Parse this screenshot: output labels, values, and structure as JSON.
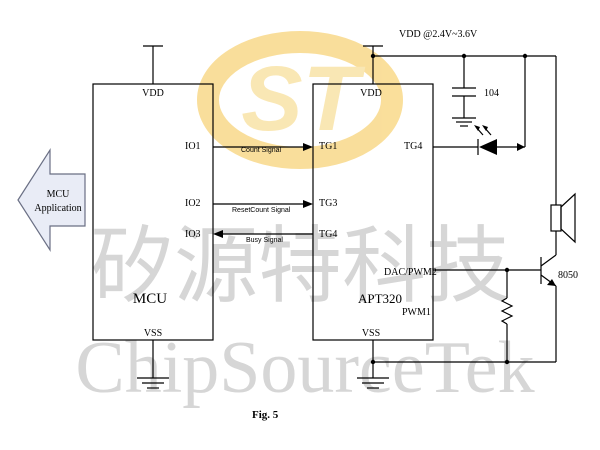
{
  "watermark": {
    "logo_text": "ST",
    "chinese": "矽源特科技",
    "english": "ChipSourceTek",
    "logo_color": "#f9d98a",
    "text_color": "#d6d6d6"
  },
  "supply_label": "VDD @2.4V~3.6V",
  "mcu_app": {
    "line1": "MCU",
    "line2": "Application"
  },
  "mcu": {
    "vdd": "VDD",
    "vss": "VSS",
    "name": "MCU",
    "io1": "IO1",
    "io2": "IO2",
    "io3": "IO3"
  },
  "apt": {
    "vdd": "VDD",
    "vss": "VSS",
    "name": "APT320",
    "tg1": "TG1",
    "tg3": "TG3",
    "tg4_left": "TG4",
    "tg4_right": "TG4",
    "dac": "DAC/PWM2",
    "pwm1": "PWM1"
  },
  "signals": {
    "count": "Count Signal",
    "reset": "ResetCount Signal",
    "busy": "Busy Signal"
  },
  "capacitor": "104",
  "transistor": "8050",
  "caption": "Fig. 5"
}
